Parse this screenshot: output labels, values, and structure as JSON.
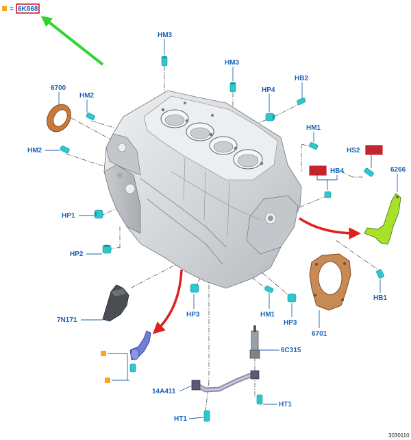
{
  "legend": {
    "bullet_color": "#f5a623",
    "equals": "=",
    "part_number": "6K868"
  },
  "labels": {
    "hm3_top": "HM3",
    "hm3_mid": "HM3",
    "hb2": "HB2",
    "hp4": "HP4",
    "p6700": "6700",
    "hm2_upper": "HM2",
    "hm2_lower": "HM2",
    "hm1_right": "HM1",
    "hs2": "HS2",
    "hs2_tag": "HS2",
    "hb4_tag": "HB4",
    "hb4": "HB4",
    "p6266": "6266",
    "hp1": "HP1",
    "hp2": "HP2",
    "p7n171": "7N171",
    "hp3_left": "HP3",
    "hm1_bottom": "HM1",
    "hp3_right": "HP3",
    "p6701": "6701",
    "hb1": "HB1",
    "p6c315": "6C315",
    "p14a411": "14A411",
    "ht1_right": "HT1",
    "ht1_bottom": "HT1"
  },
  "figure_reference": "3030110",
  "colors": {
    "label_text": "#1a62b8",
    "highlight_box": "#d3182c",
    "highlight_fill": "#c0282d",
    "legend_bullet": "#f5a623",
    "arrow_green": "#2fd52f",
    "arrow_red": "#e02020",
    "bolt_cyan": "#2ec7cf",
    "gasket_copper": "#c87a3a",
    "bracket_green": "#a8e02a",
    "sensor_blue": "#6f7fd8",
    "shield_dark": "#4a4d52",
    "casting_gray": "#d8dadd"
  },
  "icons": {
    "legend_bullet": "square-bullet-icon",
    "pointer_arrow": "green-arrow-icon",
    "flow_arrow": "red-curved-arrow-icon"
  }
}
